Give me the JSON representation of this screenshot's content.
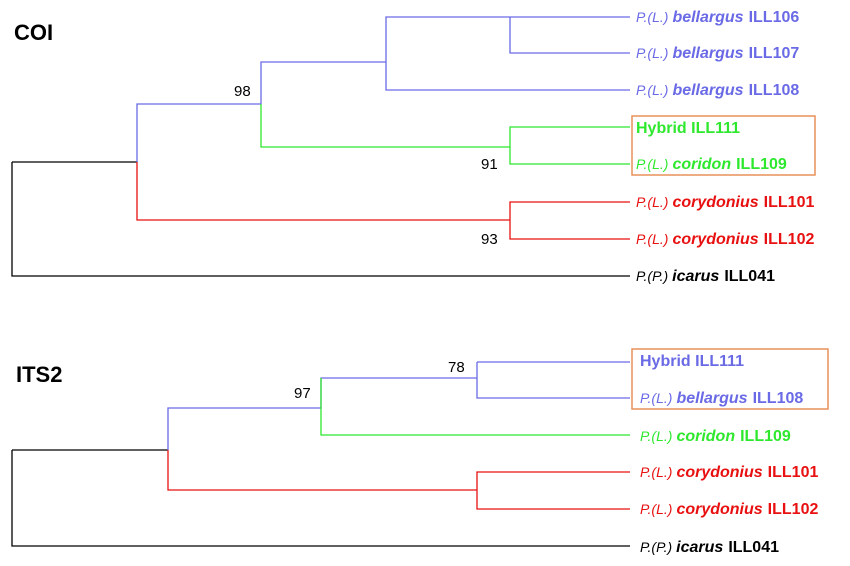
{
  "colors": {
    "blue": "#6a6ae6",
    "green": "#2ee82e",
    "red": "#e81010",
    "black": "#000000",
    "box": "#e8905a"
  },
  "panels": [
    {
      "id": "coi",
      "title": "COI",
      "supports": [
        "98",
        "91",
        "93"
      ],
      "taxa": [
        {
          "genus": "P.(L.)",
          "species": "bellargus",
          "code": "ILL106",
          "color": "blue"
        },
        {
          "genus": "P.(L.)",
          "species": "bellargus",
          "code": "ILL107",
          "color": "blue"
        },
        {
          "genus": "P.(L.)",
          "species": "bellargus",
          "code": "ILL108",
          "color": "blue"
        },
        {
          "genus": "",
          "species": "",
          "code": "Hybrid ILL111",
          "color": "green"
        },
        {
          "genus": "P.(L.)",
          "species": "coridon",
          "code": "ILL109",
          "color": "green"
        },
        {
          "genus": "P.(L.)",
          "species": "corydonius",
          "code": "ILL101",
          "color": "red"
        },
        {
          "genus": "P.(L.)",
          "species": "corydonius",
          "code": "ILL102",
          "color": "red"
        },
        {
          "genus": "P.(P.)",
          "species": "icarus",
          "code": "ILL041",
          "color": "black"
        }
      ]
    },
    {
      "id": "its2",
      "title": "ITS2",
      "supports": [
        "78",
        "97"
      ],
      "taxa": [
        {
          "genus": "",
          "species": "",
          "code": "Hybrid ILL111",
          "color": "blue"
        },
        {
          "genus": "P.(L.)",
          "species": "bellargus",
          "code": "ILL108",
          "color": "blue"
        },
        {
          "genus": "P.(L.)",
          "species": "coridon",
          "code": "ILL109",
          "color": "green"
        },
        {
          "genus": "P.(L.)",
          "species": "corydonius",
          "code": "ILL101",
          "color": "red"
        },
        {
          "genus": "P.(L.)",
          "species": "corydonius",
          "code": "ILL102",
          "color": "red"
        },
        {
          "genus": "P.(P.)",
          "species": "icarus",
          "code": "ILL041",
          "color": "black"
        }
      ]
    }
  ]
}
